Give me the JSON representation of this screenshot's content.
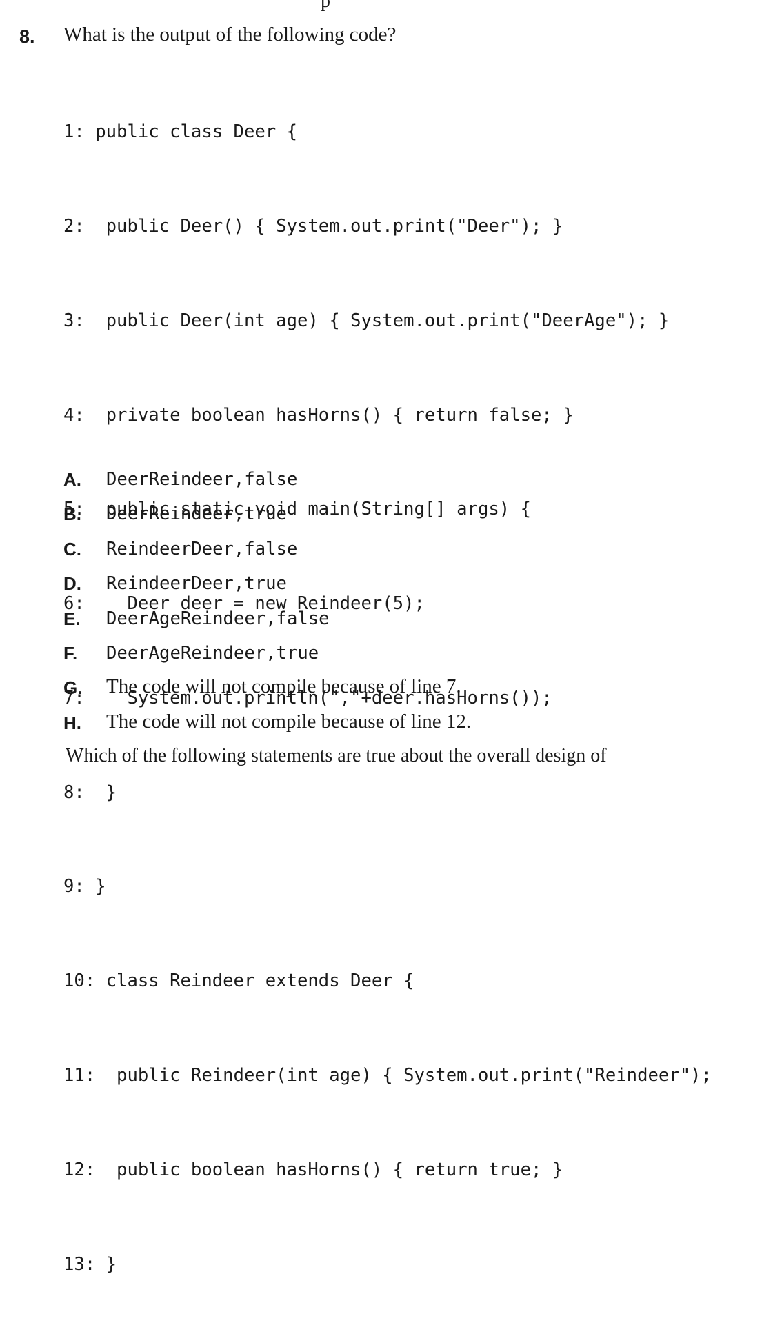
{
  "page_fragments": {
    "top": "p",
    "bottom": "Which of the following statements are true about the overall design of"
  },
  "question": {
    "number": "8.",
    "prompt": "What is the output of the following code?"
  },
  "code_lines": [
    "1: public class Deer {",
    "2:  public Deer() { System.out.print(\"Deer\"); }",
    "3:  public Deer(int age) { System.out.print(\"DeerAge\"); }",
    "4:  private boolean hasHorns() { return false; }",
    "5:  public static void main(String[] args) {",
    "6:    Deer deer = new Reindeer(5);",
    "7:    System.out.println(\",\"+deer.hasHorns());",
    "8:  }",
    "9: }",
    "10: class Reindeer extends Deer {",
    "11:  public Reindeer(int age) { System.out.print(\"Reindeer\");",
    "12:  public boolean hasHorns() { return true; }",
    "13: }"
  ],
  "choices": [
    {
      "letter": "A.",
      "text": "DeerReindeer,false",
      "style": "mono"
    },
    {
      "letter": "B.",
      "text": "DeerReindeer,true",
      "style": "mono"
    },
    {
      "letter": "C.",
      "text": "ReindeerDeer,false",
      "style": "mono"
    },
    {
      "letter": "D.",
      "text": "ReindeerDeer,true",
      "style": "mono"
    },
    {
      "letter": "E.",
      "text": "DeerAgeReindeer,false",
      "style": "mono"
    },
    {
      "letter": "F.",
      "text": "DeerAgeReindeer,true",
      "style": "mono"
    },
    {
      "letter": "G.",
      "text": "The code will not compile because of line 7.",
      "style": "serif"
    },
    {
      "letter": "H.",
      "text": "The code will not compile because of line 12.",
      "style": "serif"
    }
  ]
}
